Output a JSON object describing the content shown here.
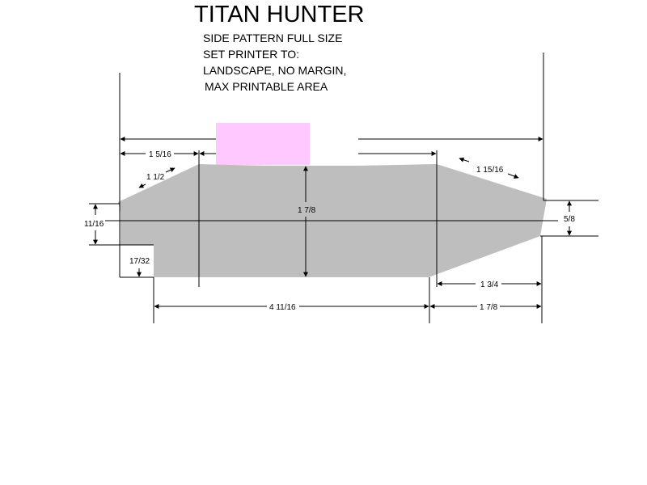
{
  "title": "TITAN HUNTER",
  "instructions": [
    "SIDE PATTERN FULL SIZE",
    "SET PRINTER TO:",
    "LANDSCAPE, NO MARGIN,",
    "MAX PRINTABLE AREA"
  ],
  "dimensions": {
    "front_slope_length": "1 5/16",
    "front_slope_height": "1 1/2",
    "rear_slope_length": "1 15/16",
    "center_height": "1 7/8",
    "nose_height": "11/16",
    "tail_height": "5/8",
    "notch_height": "17/32",
    "rear_taper_length": "1 3/4",
    "main_body_length": "4 11/16",
    "rear_section_length": "1 7/8"
  },
  "colors": {
    "body_fill": "#bebebe",
    "cockpit_fill": "#ffc8ff",
    "line": "#000000"
  }
}
